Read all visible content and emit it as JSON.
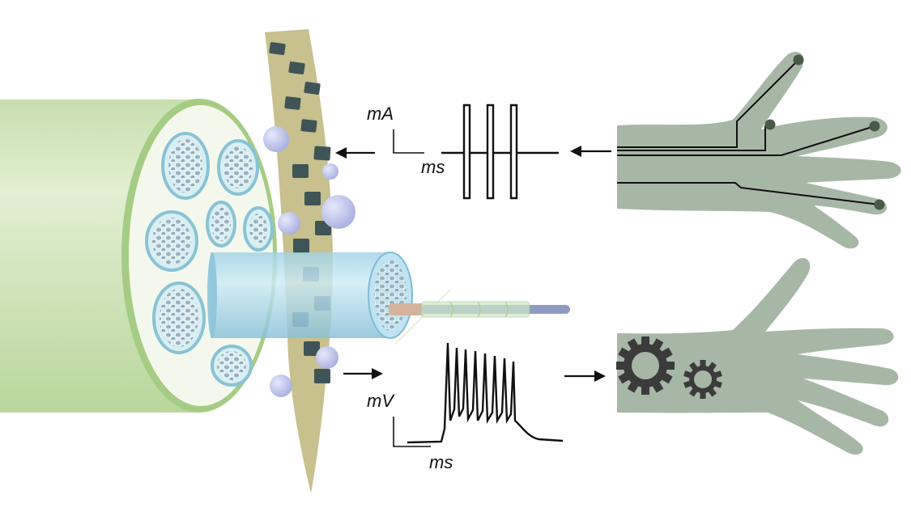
{
  "stimulation_trace": {
    "y_unit": "mA",
    "x_unit": "ms"
  },
  "response_trace": {
    "y_unit": "mV",
    "x_unit": "ms"
  },
  "colors": {
    "nerve_outer": "#a9cf8a",
    "nerve_body": "#cfe3b7",
    "fascicle_border": "#8fc3d6",
    "electrode_shaft": "#c9c08f",
    "electrode_contact": "#3f5456",
    "vesicle": "#b9bfe8",
    "hand": "#a6b7a6",
    "gear": "#3b3b3b"
  }
}
